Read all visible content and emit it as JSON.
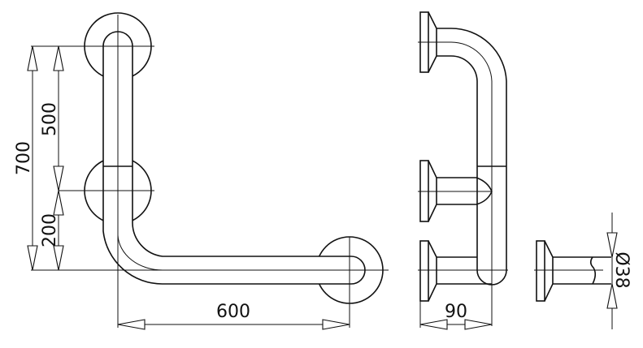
{
  "dimensions": {
    "total_height": "700",
    "upper_span": "500",
    "lower_span": "200",
    "horizontal_length": "600",
    "projection": "90",
    "tube_diameter": "Ø38"
  }
}
